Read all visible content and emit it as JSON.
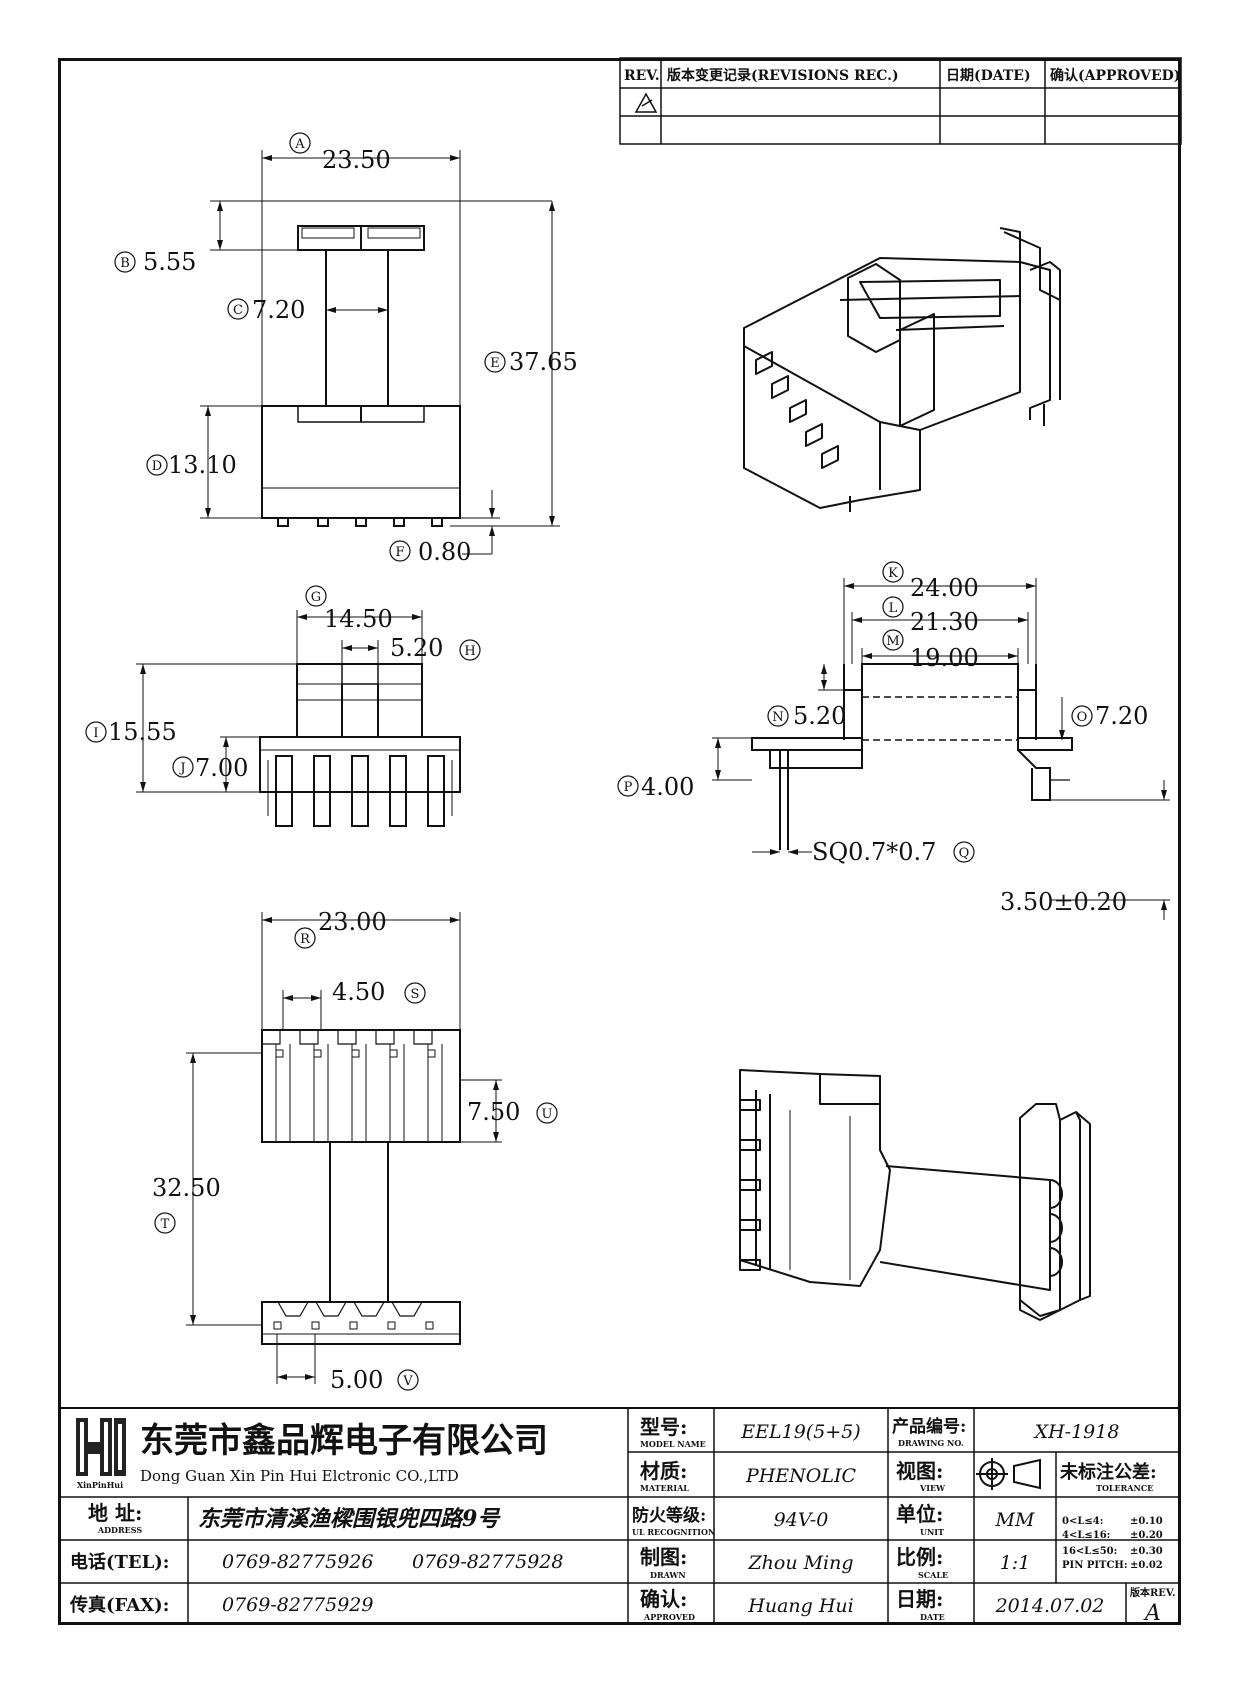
{
  "revisions": {
    "headers": [
      "REV.",
      "版本变更记录(REVISIONS REC.)",
      "日期(DATE)",
      "确认(APPROVED)"
    ]
  },
  "dims": {
    "A": {
      "tag": "A",
      "value": "23.50"
    },
    "B": {
      "tag": "B",
      "value": "5.55"
    },
    "C": {
      "tag": "C",
      "value": "7.20"
    },
    "D": {
      "tag": "D",
      "value": "13.10"
    },
    "E": {
      "tag": "E",
      "value": "37.65"
    },
    "F": {
      "tag": "F",
      "value": "0.80"
    },
    "G": {
      "tag": "G",
      "value": "14.50"
    },
    "H": {
      "tag": "H",
      "value": "5.20"
    },
    "I": {
      "tag": "I",
      "value": "15.55"
    },
    "J": {
      "tag": "J",
      "value": "7.00"
    },
    "K": {
      "tag": "K",
      "value": "24.00"
    },
    "L": {
      "tag": "L",
      "value": "21.30"
    },
    "M": {
      "tag": "M",
      "value": "19.00"
    },
    "N": {
      "tag": "N",
      "value": "5.20"
    },
    "O": {
      "tag": "O",
      "value": "7.20"
    },
    "P": {
      "tag": "P",
      "value": "4.00"
    },
    "Q": {
      "tag": "Q",
      "value": "SQ0.7*0.7"
    },
    "pin_len": {
      "value": "3.50±0.20"
    },
    "R": {
      "tag": "R",
      "value": "23.00"
    },
    "S": {
      "tag": "S",
      "value": "4.50"
    },
    "T": {
      "tag": "T",
      "value": "32.50"
    },
    "U": {
      "tag": "U",
      "value": "7.50"
    },
    "V": {
      "tag": "V",
      "value": "5.00"
    }
  },
  "title_block": {
    "logo_text": "XinPinHui",
    "company_cn": "东莞市鑫品辉电子有限公司",
    "company_en": "Dong Guan Xin Pin Hui Elctronic CO.,LTD",
    "address_label_cn": "地  址:",
    "address_label_en": "ADDRESS",
    "address": "东莞市清溪渔樑围银兜四路9号",
    "tel_label": "电话(TEL):",
    "tel1": "0769-82775926",
    "tel2": "0769-82775928",
    "fax_label": "传真(FAX):",
    "fax": "0769-82775929",
    "model_label_cn": "型号:",
    "model_label_en": "MODEL NAME",
    "model": "EEL19(5+5)",
    "material_label_cn": "材质:",
    "material_label_en": "MATERIAL",
    "material": "PHENOLIC",
    "ul_label_cn": "防火等级:",
    "ul_label_en": "UL RECOGNITION",
    "ul": "94V-0",
    "drawn_label_cn": "制图:",
    "drawn_label_en": "DRAWN",
    "drawn": "Zhou Ming",
    "approved_label_cn": "确认:",
    "approved_label_en": "APPROVED",
    "approved": "Huang Hui",
    "drawing_no_label_cn": "产品编号:",
    "drawing_no_label_en": "DRAWING NO.",
    "drawing_no": "XH-1918",
    "view_label_cn": "视图:",
    "view_label_en": "VIEW",
    "unit_label_cn": "单位:",
    "unit_label_en": "UNIT",
    "unit": "MM",
    "scale_label_cn": "比例:",
    "scale_label_en": "SCALE",
    "scale": "1:1",
    "date_label_cn": "日期:",
    "date_label_en": "DATE",
    "date": "2014.07.02",
    "tolerance_label_cn": "未标注公差:",
    "tolerance_label_en": "TOLERANCE",
    "tolerances": [
      {
        "range": "0<L≤4:",
        "value": "±0.10"
      },
      {
        "range": "4<L≤16:",
        "value": "±0.20"
      },
      {
        "range": "16<L≤50:",
        "value": "±0.30"
      },
      {
        "range": "PIN PITCH:",
        "value": "±0.02"
      }
    ],
    "rev_label": "版本REV.",
    "rev": "A"
  }
}
